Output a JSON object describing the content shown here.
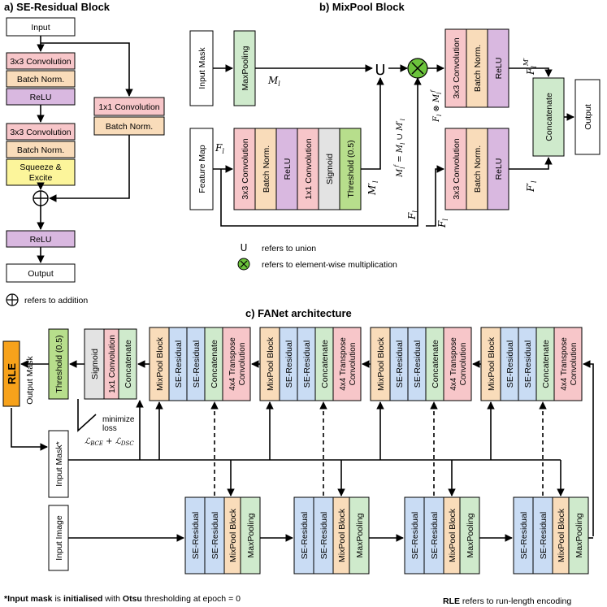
{
  "panel_a": {
    "title": "a) SE-Residual Block",
    "input": "Input",
    "conv1": "3x3 Convolution",
    "bn1": "Batch Norm.",
    "relu1": "ReLU",
    "conv2": "3x3 Convolution",
    "bn2": "Batch Norm.",
    "se1": "Squeeze &",
    "se2": "Excite",
    "skip_conv": "1x1 Convolution",
    "skip_bn": "Batch Norm.",
    "relu2": "ReLU",
    "output": "Output",
    "legend": "refers to addition"
  },
  "panel_b": {
    "title": "b) MixPool Block",
    "input_mask": "Input Mask",
    "maxpooling": "MaxPooling",
    "feature_map": "Feature Map",
    "conv3": "3x3 Convolution",
    "bn": "Batch Norm.",
    "relu": "ReLU",
    "conv1": "1x1 Convolution",
    "sigmoid": "Sigmoid",
    "threshold": "Threshold (0.5)",
    "top_conv": "3x3 Convolution",
    "top_bn": "Batch Norm.",
    "top_relu": "ReLU",
    "bot_conv": "3x3 Convolution",
    "bot_bn": "Batch Norm.",
    "bot_relu": "ReLU",
    "concat": "Concatenate",
    "output": "Output",
    "union_symbol": "U",
    "legend_union": "refers to union",
    "legend_mult": "refers to element-wise multiplication",
    "m_l": "Ml",
    "f_l": "Fl",
    "m_l_prime": "M'l",
    "m_l_f": "Mfl = Ml ∪ M'l",
    "f_times_m": "Fl ⊗ Mfl",
    "f_l_mprime": "FlM'",
    "f_l_prime": "F'l"
  },
  "panel_c": {
    "title": "c) FANet architecture",
    "rle": "RLE",
    "output_mask": "Output Mask",
    "threshold": "Threshold (0.5)",
    "sigmoid": "Sigmoid",
    "conv1": "1x1 Convolution",
    "concat": "Concatenate",
    "mixpool": "MixPool Block",
    "se_residual": "SE-Residual",
    "transpose": "4x4 Transpose Convolution",
    "maxpooling": "MaxPooling",
    "input_mask": "Input Mask*",
    "input_image": "Input Image",
    "minimize1": "minimize",
    "minimize2": "loss",
    "loss": "ℒBCE + ℒDSC"
  },
  "footnote_left": {
    "star": "*",
    "b1": "Input mask",
    "t1": " is ",
    "b2": "initialised",
    "t2": " with ",
    "b3": "Otsu",
    "t3": " thresholding at epoch = 0"
  },
  "footnote_right": {
    "bold": "RLE",
    "text": " refers to run-length encoding"
  },
  "colors": {
    "red": "#f7c6c9",
    "orange": "#f9dcba",
    "purple": "#d9b8e0",
    "yellow": "#fcf59b",
    "green": "#cfeacc",
    "blue": "#c9dcf4",
    "gray": "#e3e3e3",
    "rle": "#f7a21b",
    "threshold": "#b7de8c",
    "mult_circle": "#6cc43c"
  }
}
